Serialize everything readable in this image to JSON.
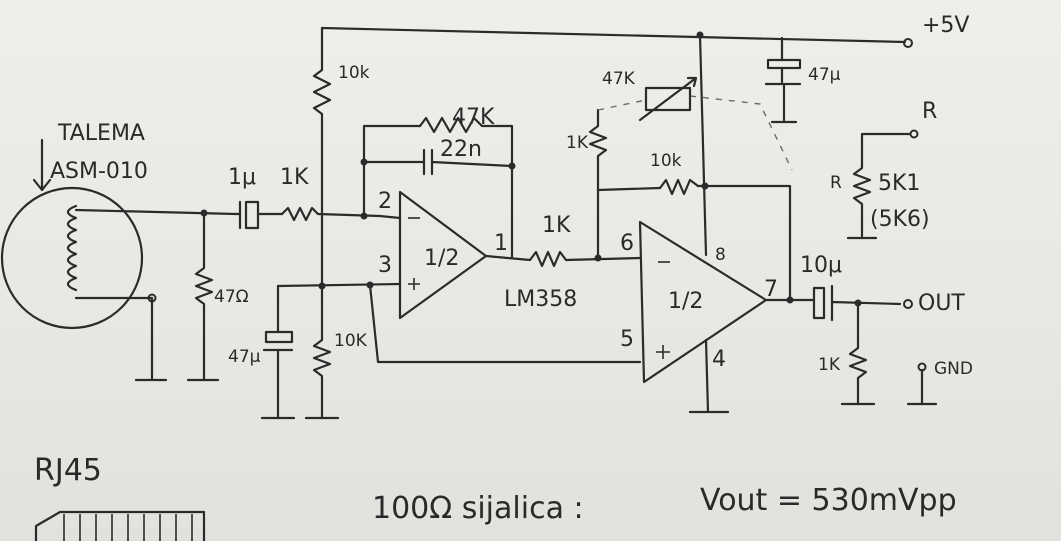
{
  "labels": {
    "supply": "+5V",
    "r_label": "R",
    "mic_name_1": "TALEMA",
    "mic_name_2": "ASM-010",
    "c_in": "1μ",
    "r_in": "1K",
    "r_top": "10k",
    "r_fb": "47K",
    "c_fb": "22n",
    "r_load": "47Ω",
    "c_bias": "47μ",
    "r_bias": "10K",
    "pin2": "2",
    "pin3": "3",
    "pin1": "1",
    "opamp1": "1/2",
    "chip": "LM358",
    "r_mid": "1K",
    "pot": "47K",
    "r_pot": "1K",
    "r_fb2": "10k",
    "pin6": "6",
    "pin5": "5",
    "pin8": "8",
    "pin4": "4",
    "pin7": "7",
    "opamp2": "1/2",
    "c_supply": "47μ",
    "r_sel": "5K1",
    "r_sel_alt": "(5K6)",
    "r_sel_prefix": "R",
    "c_out": "10μ",
    "out": "OUT",
    "r_out": "1K",
    "gnd": "GND",
    "connector": "RJ45",
    "note": "100Ω sijalica :",
    "vout": "Vout = 530mVpp"
  }
}
